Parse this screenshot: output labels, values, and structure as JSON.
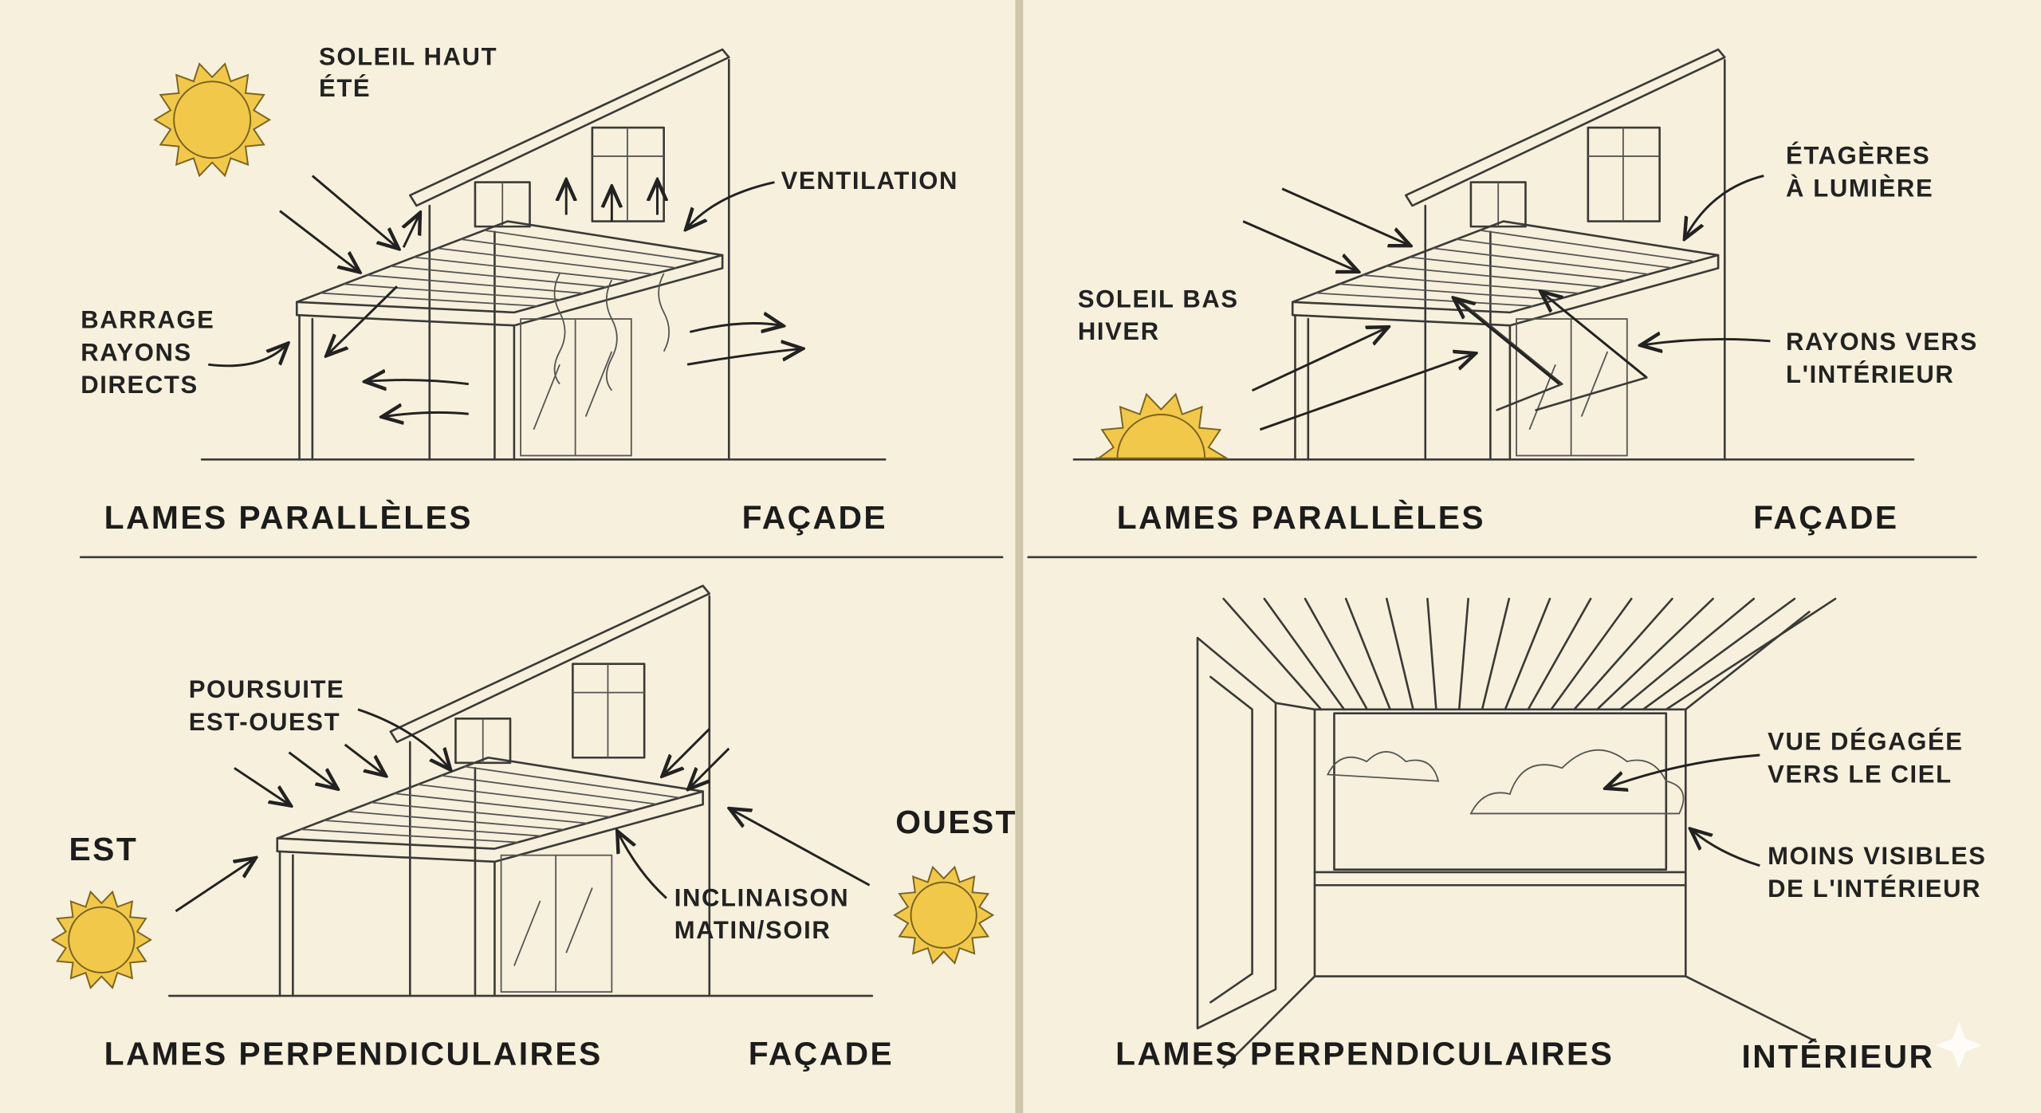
{
  "colors": {
    "paper": "#f6f0dc",
    "sun": "#f2c84b",
    "ink": "#222222"
  },
  "panels": [
    {
      "title": "LAMES PARALLÈLES",
      "view": "FAÇADE",
      "labels": {
        "sun1": "SOLEIL HAUT",
        "sun2": "ÉTÉ",
        "vent": "VENTILATION",
        "b1": "BARRAGE",
        "b2": "RAYONS",
        "b3": "DIRECTS"
      }
    },
    {
      "title": "LAMES PARALLÈLES",
      "view": "FAÇADE",
      "labels": {
        "sun1": "SOLEIL BAS",
        "sun2": "HIVER",
        "shelf1": "ÉTAGÈRES",
        "shelf2": "À LUMIÈRE",
        "r1": "RAYONS VERS",
        "r2": "L'INTÉRIEUR"
      }
    },
    {
      "title": "LAMES PERPENDICULAIRES",
      "view": "FAÇADE",
      "labels": {
        "p1": "POURSUITE",
        "p2": "EST-OUEST",
        "east": "EST",
        "west": "OUEST",
        "i1": "INCLINAISON",
        "i2": "MATIN/SOIR"
      }
    },
    {
      "title": "LAMES PERPENDICULAIRES",
      "view": "INTÉRIEUR",
      "labels": {
        "v1": "VUE DÉGAGÉE",
        "v2": "VERS LE CIEL",
        "m1": "MOINS VISIBLES",
        "m2": "DE L'INTÉRIEUR"
      }
    }
  ]
}
